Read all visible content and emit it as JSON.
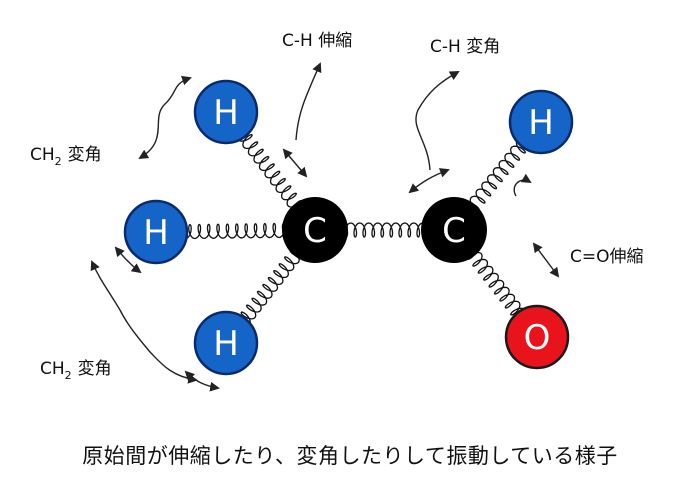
{
  "atoms": {
    "h_top_left": "H",
    "h_mid_left": "H",
    "h_bottom_left": "H",
    "c_left": "C",
    "c_right": "C",
    "h_top_right": "H",
    "o_right": "O"
  },
  "labels": {
    "ch_stretch": "C-H 伸縮",
    "ch_bend": "C-H 変角",
    "ch2_bend_top": {
      "main": "CH",
      "sub": "2",
      "rest": "変角"
    },
    "ch2_bend_bottom": {
      "main": "CH",
      "sub": "2",
      "rest": "変角"
    },
    "co_stretch": "C=O伸縮"
  },
  "caption": "原始間が伸縮したり、変角したりして振動している様子",
  "colors": {
    "hydrogen": "#1565c8",
    "carbon": "#000000",
    "oxygen": "#e8131b",
    "atom_outline": "#0a2a6b"
  }
}
